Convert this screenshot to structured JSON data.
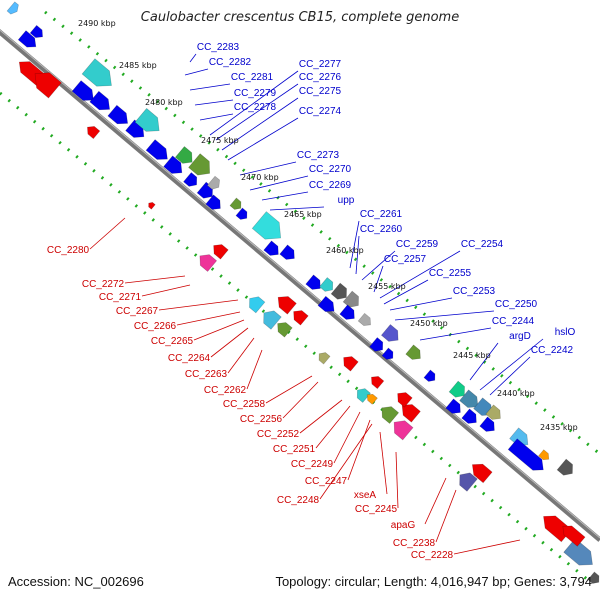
{
  "title": "Caulobacter crescentus CB15, complete genome",
  "footer": {
    "accession": "Accession: NC_002696",
    "summary": "Topology: circular; Length: 4,016,947 bp; Genes: 3,794"
  },
  "colors": {
    "forward_label": "#0000cc",
    "reverse_label": "#cc0000",
    "forward_gene": "#0000ee",
    "reverse_gene": "#ee0000",
    "tick": "#22aa22",
    "backbone": "#777777"
  },
  "kbp_ticks": [
    "2490 kbp",
    "2485 kbp",
    "2480 kbp",
    "2475 kbp",
    "2470 kbp",
    "2465 kbp",
    "2460 kbp",
    "2455 kbp",
    "2450 kbp",
    "2445 kbp",
    "2440 kbp",
    "2435 kbp"
  ],
  "forward_labels": [
    "CC_2283",
    "CC_2282",
    "CC_2281",
    "CC_2279",
    "CC_2278",
    "CC_2277",
    "CC_2276",
    "CC_2275",
    "CC_2274",
    "CC_2273",
    "CC_2270",
    "CC_2269",
    "upp",
    "CC_2261",
    "CC_2260",
    "CC_2259",
    "CC_2257",
    "CC_2254",
    "CC_2255",
    "CC_2253",
    "CC_2250",
    "CC_2244",
    "argD",
    "hslO",
    "CC_2242"
  ],
  "reverse_labels": [
    "CC_2280",
    "CC_2272",
    "CC_2271",
    "CC_2267",
    "CC_2266",
    "CC_2265",
    "CC_2264",
    "CC_2263",
    "CC_2262",
    "CC_2258",
    "CC_2256",
    "CC_2252",
    "CC_2251",
    "CC_2249",
    "CC_2247",
    "CC_2248",
    "xseA",
    "CC_2245",
    "apaG",
    "CC_2238",
    "CC_2228"
  ]
}
